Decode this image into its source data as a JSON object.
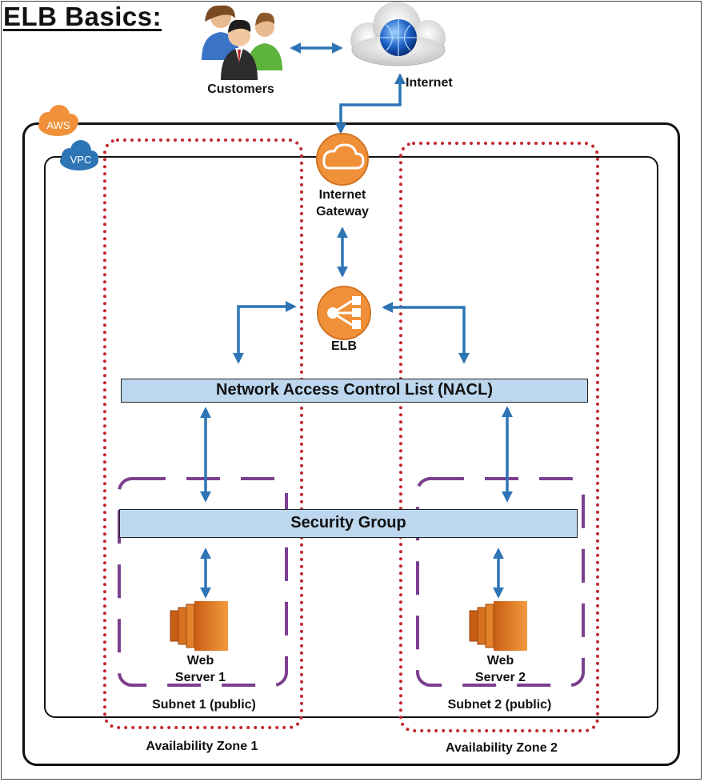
{
  "title": "ELB Basics:",
  "nodes": {
    "customers": "Customers",
    "internet": "Internet",
    "aws": "AWS",
    "vpc": "VPC",
    "internet_gateway_line1": "Internet",
    "internet_gateway_line2": "Gateway",
    "elb": "ELB",
    "nacl": "Network Access Control List (NACL)",
    "security_group": "Security Group",
    "web_server_1_line1": "Web",
    "web_server_1_line2": "Server 1",
    "web_server_2_line1": "Web",
    "web_server_2_line2": "Server 2",
    "subnet_1": "Subnet 1 (public)",
    "subnet_2": "Subnet 2 (public)",
    "az_1": "Availability Zone 1",
    "az_2": "Availability Zone 2"
  },
  "colors": {
    "arrow": "#2e75b6",
    "aws_orange": "#f0913a",
    "az_dots": "#c0282d",
    "subnet_purple": "#7b3f8e",
    "bar_fill": "#bcd7ee"
  },
  "icons": [
    "customers-icon",
    "internet-cloud-icon",
    "aws-cloud-icon",
    "vpc-cloud-icon",
    "internet-gateway-icon",
    "elb-icon",
    "ec2-server-icon"
  ]
}
